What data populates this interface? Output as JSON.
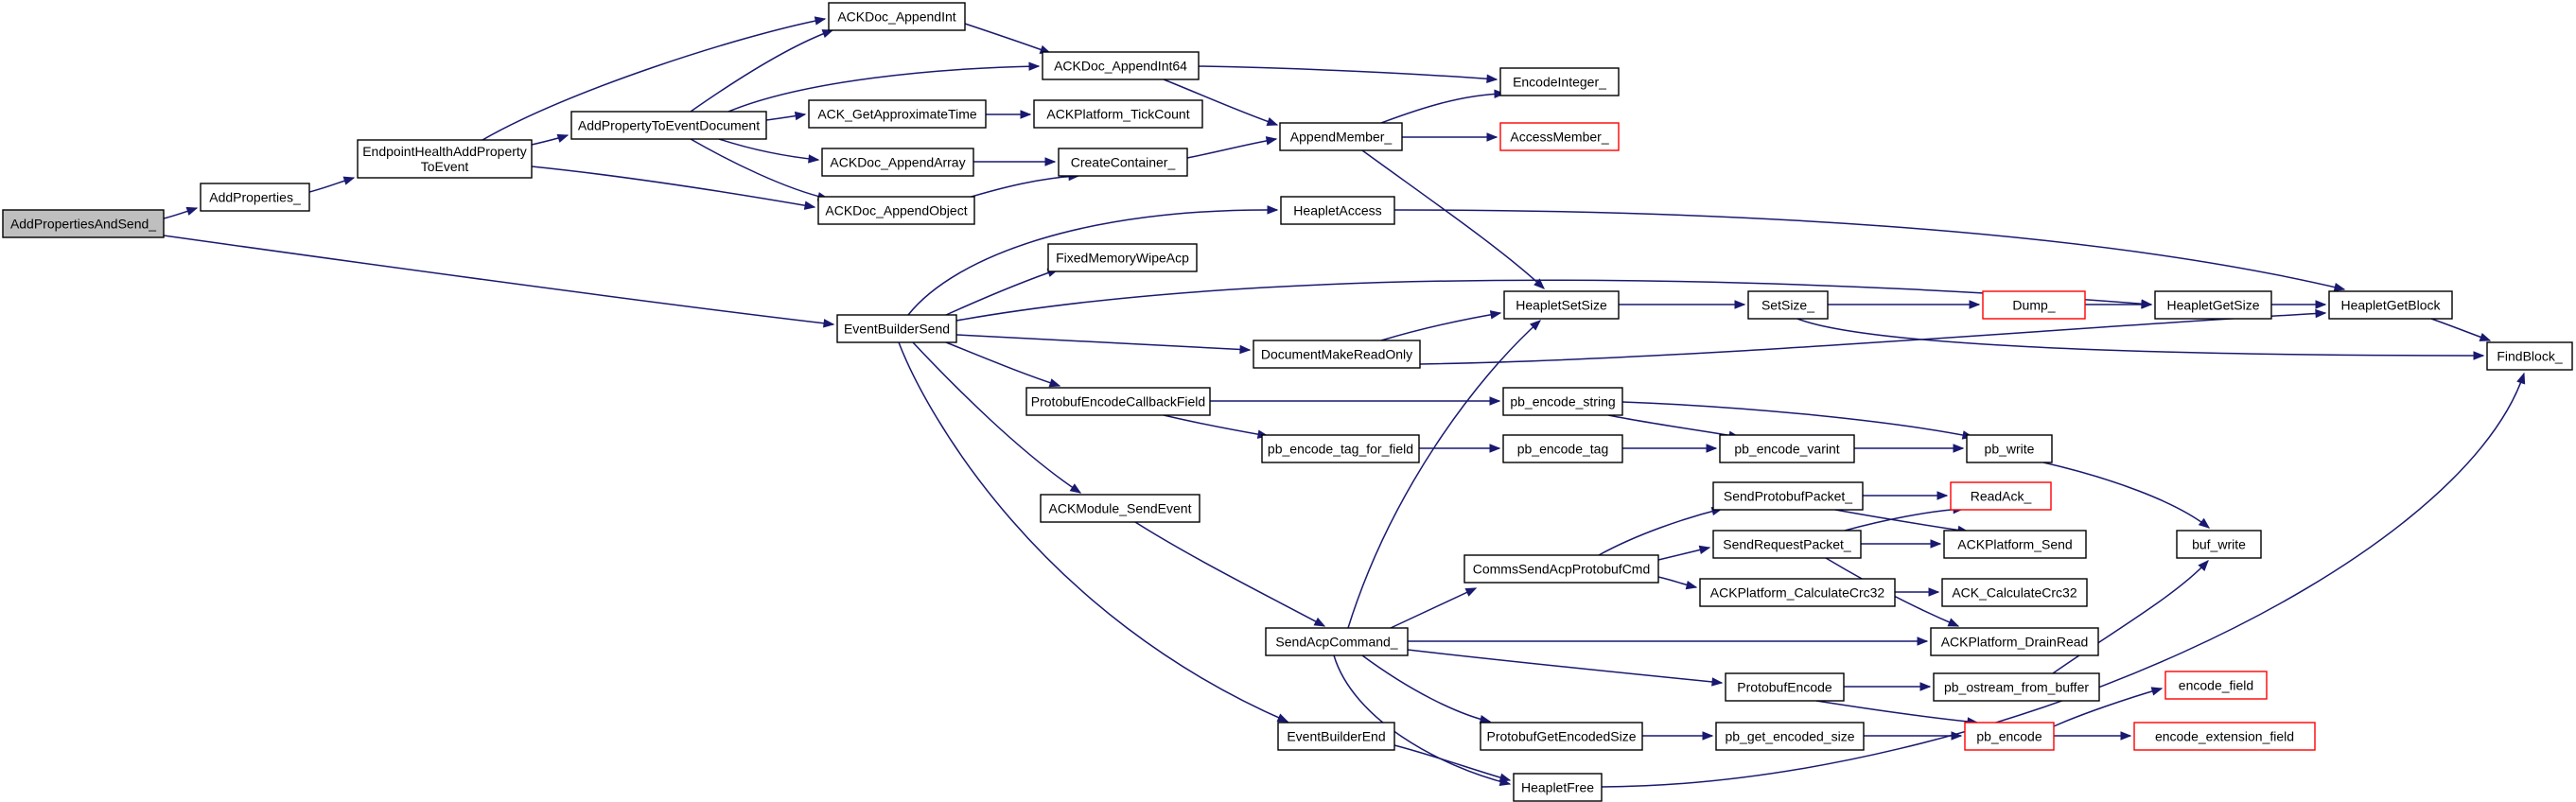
{
  "graph": {
    "edge_color": "#191970",
    "node_border": "#000000",
    "truncated_border": "#ff0000",
    "root_fill": "#bfbfbf",
    "nodes": [
      {
        "id": "n_addpropsend",
        "label": [
          "AddPropertiesAndSend_"
        ],
        "root": true
      },
      {
        "id": "n_addprops",
        "label": [
          "AddProperties_"
        ]
      },
      {
        "id": "n_ehaddprop",
        "label": [
          "EndpointHealthAddProperty",
          "ToEvent"
        ]
      },
      {
        "id": "n_addpropevdoc",
        "label": [
          "AddPropertyToEventDocument"
        ]
      },
      {
        "id": "n_appendint",
        "label": [
          "ACKDoc_AppendInt"
        ]
      },
      {
        "id": "n_appendint64",
        "label": [
          "ACKDoc_AppendInt64"
        ]
      },
      {
        "id": "n_getapproxtime",
        "label": [
          "ACK_GetApproximateTime"
        ]
      },
      {
        "id": "n_tickcount",
        "label": [
          "ACKPlatform_TickCount"
        ]
      },
      {
        "id": "n_appendarray",
        "label": [
          "ACKDoc_AppendArray"
        ]
      },
      {
        "id": "n_appendobject",
        "label": [
          "ACKDoc_AppendObject"
        ]
      },
      {
        "id": "n_createcontainer",
        "label": [
          "CreateContainer_"
        ]
      },
      {
        "id": "n_appendmember",
        "label": [
          "AppendMember_"
        ]
      },
      {
        "id": "n_encodeinteger",
        "label": [
          "EncodeInteger_"
        ]
      },
      {
        "id": "n_accessmember",
        "label": [
          "AccessMember_"
        ],
        "truncated": true
      },
      {
        "id": "n_evbuildersend",
        "label": [
          "EventBuilderSend"
        ]
      },
      {
        "id": "n_heapletaccess",
        "label": [
          "HeapletAccess"
        ]
      },
      {
        "id": "n_fixedmem",
        "label": [
          "FixedMemoryWipeAcp"
        ]
      },
      {
        "id": "n_heapletsetsize",
        "label": [
          "HeapletSetSize"
        ]
      },
      {
        "id": "n_docreadonly",
        "label": [
          "DocumentMakeReadOnly"
        ]
      },
      {
        "id": "n_setsize",
        "label": [
          "SetSize_"
        ]
      },
      {
        "id": "n_dump",
        "label": [
          "Dump_"
        ],
        "truncated": true
      },
      {
        "id": "n_heapletgetsize",
        "label": [
          "HeapletGetSize"
        ]
      },
      {
        "id": "n_heapletgetblock",
        "label": [
          "HeapletGetBlock"
        ]
      },
      {
        "id": "n_findblock",
        "label": [
          "FindBlock_"
        ]
      },
      {
        "id": "n_pbencodecb",
        "label": [
          "ProtobufEncodeCallbackField"
        ]
      },
      {
        "id": "n_pbencstring",
        "label": [
          "pb_encode_string"
        ]
      },
      {
        "id": "n_pbenctagfield",
        "label": [
          "pb_encode_tag_for_field"
        ]
      },
      {
        "id": "n_pbenctag",
        "label": [
          "pb_encode_tag"
        ]
      },
      {
        "id": "n_pbencvarint",
        "label": [
          "pb_encode_varint"
        ]
      },
      {
        "id": "n_pbwrite",
        "label": [
          "pb_write"
        ]
      },
      {
        "id": "n_sendevent",
        "label": [
          "ACKModule_SendEvent"
        ]
      },
      {
        "id": "n_sendprotopkt",
        "label": [
          "SendProtobufPacket_"
        ]
      },
      {
        "id": "n_readack",
        "label": [
          "ReadAck_"
        ],
        "truncated": true
      },
      {
        "id": "n_sendreqpkt",
        "label": [
          "SendRequestPacket_"
        ]
      },
      {
        "id": "n_platsend",
        "label": [
          "ACKPlatform_Send"
        ]
      },
      {
        "id": "n_bufwrite",
        "label": [
          "buf_write"
        ]
      },
      {
        "id": "n_commssend",
        "label": [
          "CommsSendAcpProtobufCmd"
        ]
      },
      {
        "id": "n_calccrc",
        "label": [
          "ACKPlatform_CalculateCrc32"
        ]
      },
      {
        "id": "n_ackcrc",
        "label": [
          "ACK_CalculateCrc32"
        ]
      },
      {
        "id": "n_sendacpcmd",
        "label": [
          "SendAcpCommand_"
        ]
      },
      {
        "id": "n_drainread",
        "label": [
          "ACKPlatform_DrainRead"
        ]
      },
      {
        "id": "n_pbencode",
        "label": [
          "ProtobufEncode"
        ]
      },
      {
        "id": "n_pbostream",
        "label": [
          "pb_ostream_from_buffer"
        ]
      },
      {
        "id": "n_encodefield",
        "label": [
          "encode_field"
        ],
        "truncated": true
      },
      {
        "id": "n_evbuilderend",
        "label": [
          "EventBuilderEnd"
        ]
      },
      {
        "id": "n_pbgetencsize",
        "label": [
          "ProtobufGetEncodedSize"
        ]
      },
      {
        "id": "n_pbgetencsz2",
        "label": [
          "pb_get_encoded_size"
        ]
      },
      {
        "id": "n_pbencode2",
        "label": [
          "pb_encode"
        ],
        "truncated": true
      },
      {
        "id": "n_encodeext",
        "label": [
          "encode_extension_field"
        ],
        "truncated": true
      },
      {
        "id": "n_heapletfree",
        "label": [
          "HeapletFree"
        ]
      }
    ],
    "edges": [
      {
        "from": "n_addpropsend",
        "to": "n_addprops"
      },
      {
        "from": "n_addpropsend",
        "to": "n_evbuildersend"
      },
      {
        "from": "n_addprops",
        "to": "n_ehaddprop"
      },
      {
        "from": "n_ehaddprop",
        "to": "n_appendint"
      },
      {
        "from": "n_ehaddprop",
        "to": "n_addpropevdoc"
      },
      {
        "from": "n_ehaddprop",
        "to": "n_appendobject"
      },
      {
        "from": "n_addpropevdoc",
        "to": "n_appendint"
      },
      {
        "from": "n_addpropevdoc",
        "to": "n_appendint64"
      },
      {
        "from": "n_addpropevdoc",
        "to": "n_getapproxtime"
      },
      {
        "from": "n_addpropevdoc",
        "to": "n_appendarray"
      },
      {
        "from": "n_addpropevdoc",
        "to": "n_appendobject"
      },
      {
        "from": "n_appendint",
        "to": "n_appendint64"
      },
      {
        "from": "n_appendint64",
        "to": "n_encodeinteger"
      },
      {
        "from": "n_appendint64",
        "to": "n_appendmember"
      },
      {
        "from": "n_getapproxtime",
        "to": "n_tickcount"
      },
      {
        "from": "n_appendarray",
        "to": "n_createcontainer"
      },
      {
        "from": "n_appendobject",
        "to": "n_createcontainer"
      },
      {
        "from": "n_createcontainer",
        "to": "n_appendmember"
      },
      {
        "from": "n_appendmember",
        "to": "n_encodeinteger"
      },
      {
        "from": "n_appendmember",
        "to": "n_accessmember"
      },
      {
        "from": "n_appendmember",
        "to": "n_heapletsetsize"
      },
      {
        "from": "n_evbuildersend",
        "to": "n_heapletaccess"
      },
      {
        "from": "n_evbuildersend",
        "to": "n_fixedmem"
      },
      {
        "from": "n_evbuildersend",
        "to": "n_heapletgetsize"
      },
      {
        "from": "n_evbuildersend",
        "to": "n_docreadonly"
      },
      {
        "from": "n_evbuildersend",
        "to": "n_pbencodecb"
      },
      {
        "from": "n_evbuildersend",
        "to": "n_sendevent"
      },
      {
        "from": "n_evbuildersend",
        "to": "n_evbuilderend"
      },
      {
        "from": "n_heapletaccess",
        "to": "n_heapletgetblock"
      },
      {
        "from": "n_docreadonly",
        "to": "n_heapletsetsize"
      },
      {
        "from": "n_docreadonly",
        "to": "n_heapletgetblock"
      },
      {
        "from": "n_heapletsetsize",
        "to": "n_setsize"
      },
      {
        "from": "n_setsize",
        "to": "n_dump"
      },
      {
        "from": "n_setsize",
        "to": "n_findblock"
      },
      {
        "from": "n_dump",
        "to": "n_heapletgetsize"
      },
      {
        "from": "n_heapletgetsize",
        "to": "n_heapletgetblock"
      },
      {
        "from": "n_heapletgetblock",
        "to": "n_findblock"
      },
      {
        "from": "n_pbencodecb",
        "to": "n_pbencstring"
      },
      {
        "from": "n_pbencodecb",
        "to": "n_pbenctagfield"
      },
      {
        "from": "n_pbencstring",
        "to": "n_pbencvarint"
      },
      {
        "from": "n_pbencstring",
        "to": "n_pbwrite"
      },
      {
        "from": "n_pbenctagfield",
        "to": "n_pbenctag"
      },
      {
        "from": "n_pbenctag",
        "to": "n_pbencvarint"
      },
      {
        "from": "n_pbencvarint",
        "to": "n_pbwrite"
      },
      {
        "from": "n_pbwrite",
        "to": "n_bufwrite"
      },
      {
        "from": "n_sendevent",
        "to": "n_sendacpcmd"
      },
      {
        "from": "n_sendacpcmd",
        "to": "n_heapletsetsize"
      },
      {
        "from": "n_sendacpcmd",
        "to": "n_commssend"
      },
      {
        "from": "n_sendacpcmd",
        "to": "n_drainread"
      },
      {
        "from": "n_sendacpcmd",
        "to": "n_pbencode"
      },
      {
        "from": "n_sendacpcmd",
        "to": "n_pbgetencsize"
      },
      {
        "from": "n_sendacpcmd",
        "to": "n_heapletfree"
      },
      {
        "from": "n_commssend",
        "to": "n_sendprotopkt"
      },
      {
        "from": "n_commssend",
        "to": "n_sendreqpkt"
      },
      {
        "from": "n_commssend",
        "to": "n_calccrc"
      },
      {
        "from": "n_sendprotopkt",
        "to": "n_readack"
      },
      {
        "from": "n_sendprotopkt",
        "to": "n_platsend"
      },
      {
        "from": "n_sendreqpkt",
        "to": "n_readack"
      },
      {
        "from": "n_sendreqpkt",
        "to": "n_platsend"
      },
      {
        "from": "n_sendreqpkt",
        "to": "n_drainread"
      },
      {
        "from": "n_calccrc",
        "to": "n_ackcrc"
      },
      {
        "from": "n_pbencode",
        "to": "n_pbostream"
      },
      {
        "from": "n_pbencode",
        "to": "n_pbencode2"
      },
      {
        "from": "n_pbostream",
        "to": "n_bufwrite"
      },
      {
        "from": "n_pbgetencsize",
        "to": "n_pbgetencsz2"
      },
      {
        "from": "n_pbgetencsz2",
        "to": "n_pbencode2"
      },
      {
        "from": "n_pbencode2",
        "to": "n_encodefield"
      },
      {
        "from": "n_pbencode2",
        "to": "n_encodeext"
      },
      {
        "from": "n_evbuilderend",
        "to": "n_heapletfree"
      },
      {
        "from": "n_heapletfree",
        "to": "n_findblock"
      }
    ]
  }
}
